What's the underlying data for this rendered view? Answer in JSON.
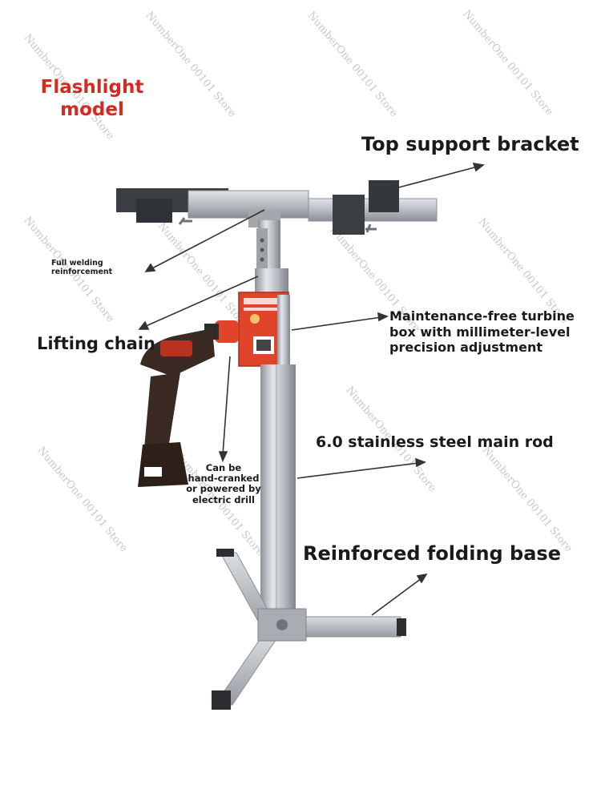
{
  "brand": {
    "line1": "Flashlight",
    "line2": "model"
  },
  "labels": {
    "top_bracket": "Top support bracket",
    "welding_line1": "Full welding",
    "welding_line2": "reinforcement",
    "lifting_chain": "Lifting chain",
    "turbine_line1": "Maintenance-free turbine",
    "turbine_line2": "box with millimeter-level",
    "turbine_line3": "precision adjustment",
    "main_rod": "6.0 stainless steel main rod",
    "crank_line1": "Can be",
    "crank_line2": "hand-cranked",
    "crank_line3": "or powered by",
    "crank_line4": "electric drill",
    "base": "Reinforced folding base"
  },
  "watermark": {
    "text": "NumberOne 00101 Store"
  },
  "colors": {
    "brand_red": "#d42a22",
    "label_text": "#1a1a1a",
    "steel": "#b8bcc2",
    "steel_dark": "#7d8289",
    "bracket_dark": "#3a3d42",
    "turbine_red": "#e0452c",
    "drill_body": "#3b2a24",
    "drill_red": "#b8321f"
  }
}
